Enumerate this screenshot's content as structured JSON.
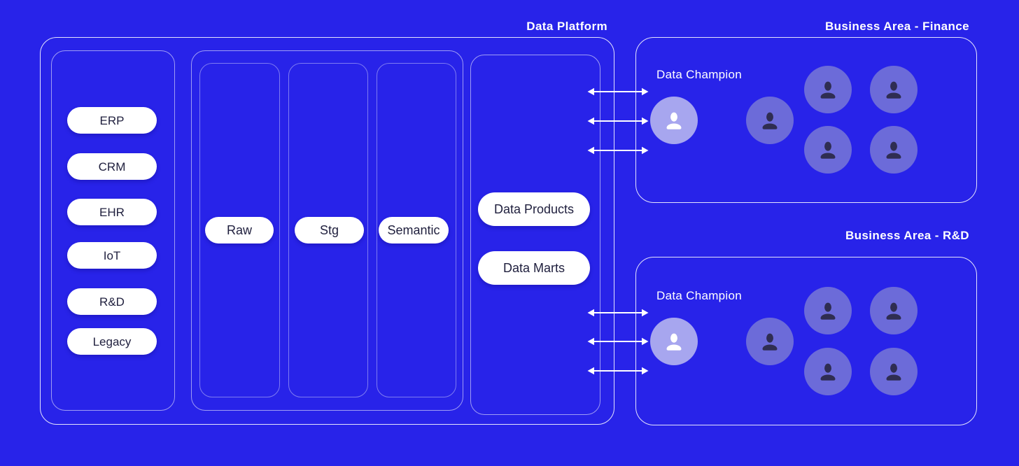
{
  "colors": {
    "background": "#2823E9",
    "box_border": "#F2F2FF",
    "pill_bg": "#FFFFFF",
    "pill_text": "#1F1F3D",
    "title_text": "#FFFFFF",
    "champion_circle": "#A7A6EF",
    "champion_icon": "#FFFFFF",
    "member_circle": "#6C6BD9",
    "member_icon": "#2F2D52",
    "arrow": "#FFFFFF"
  },
  "platform": {
    "title": "Data Platform",
    "source_systems": [
      "ERP",
      "CRM",
      "EHR",
      "IoT",
      "R&D",
      "Legacy"
    ],
    "pipeline_stages": [
      "Raw",
      "Stg",
      "Semantic"
    ],
    "serving_layers": [
      "Data Products",
      "Data Marts"
    ]
  },
  "business_areas": [
    {
      "title": "Business Area - Finance",
      "champion_label": "Data Champion",
      "champion_count": 1,
      "member_count": 5,
      "arrow_count": 3
    },
    {
      "title": "Business Area - R&D",
      "champion_label": "Data Champion",
      "champion_count": 1,
      "member_count": 5,
      "arrow_count": 3
    }
  ],
  "icons": {
    "person": "person-icon",
    "double_arrow": "double-arrow-icon"
  }
}
